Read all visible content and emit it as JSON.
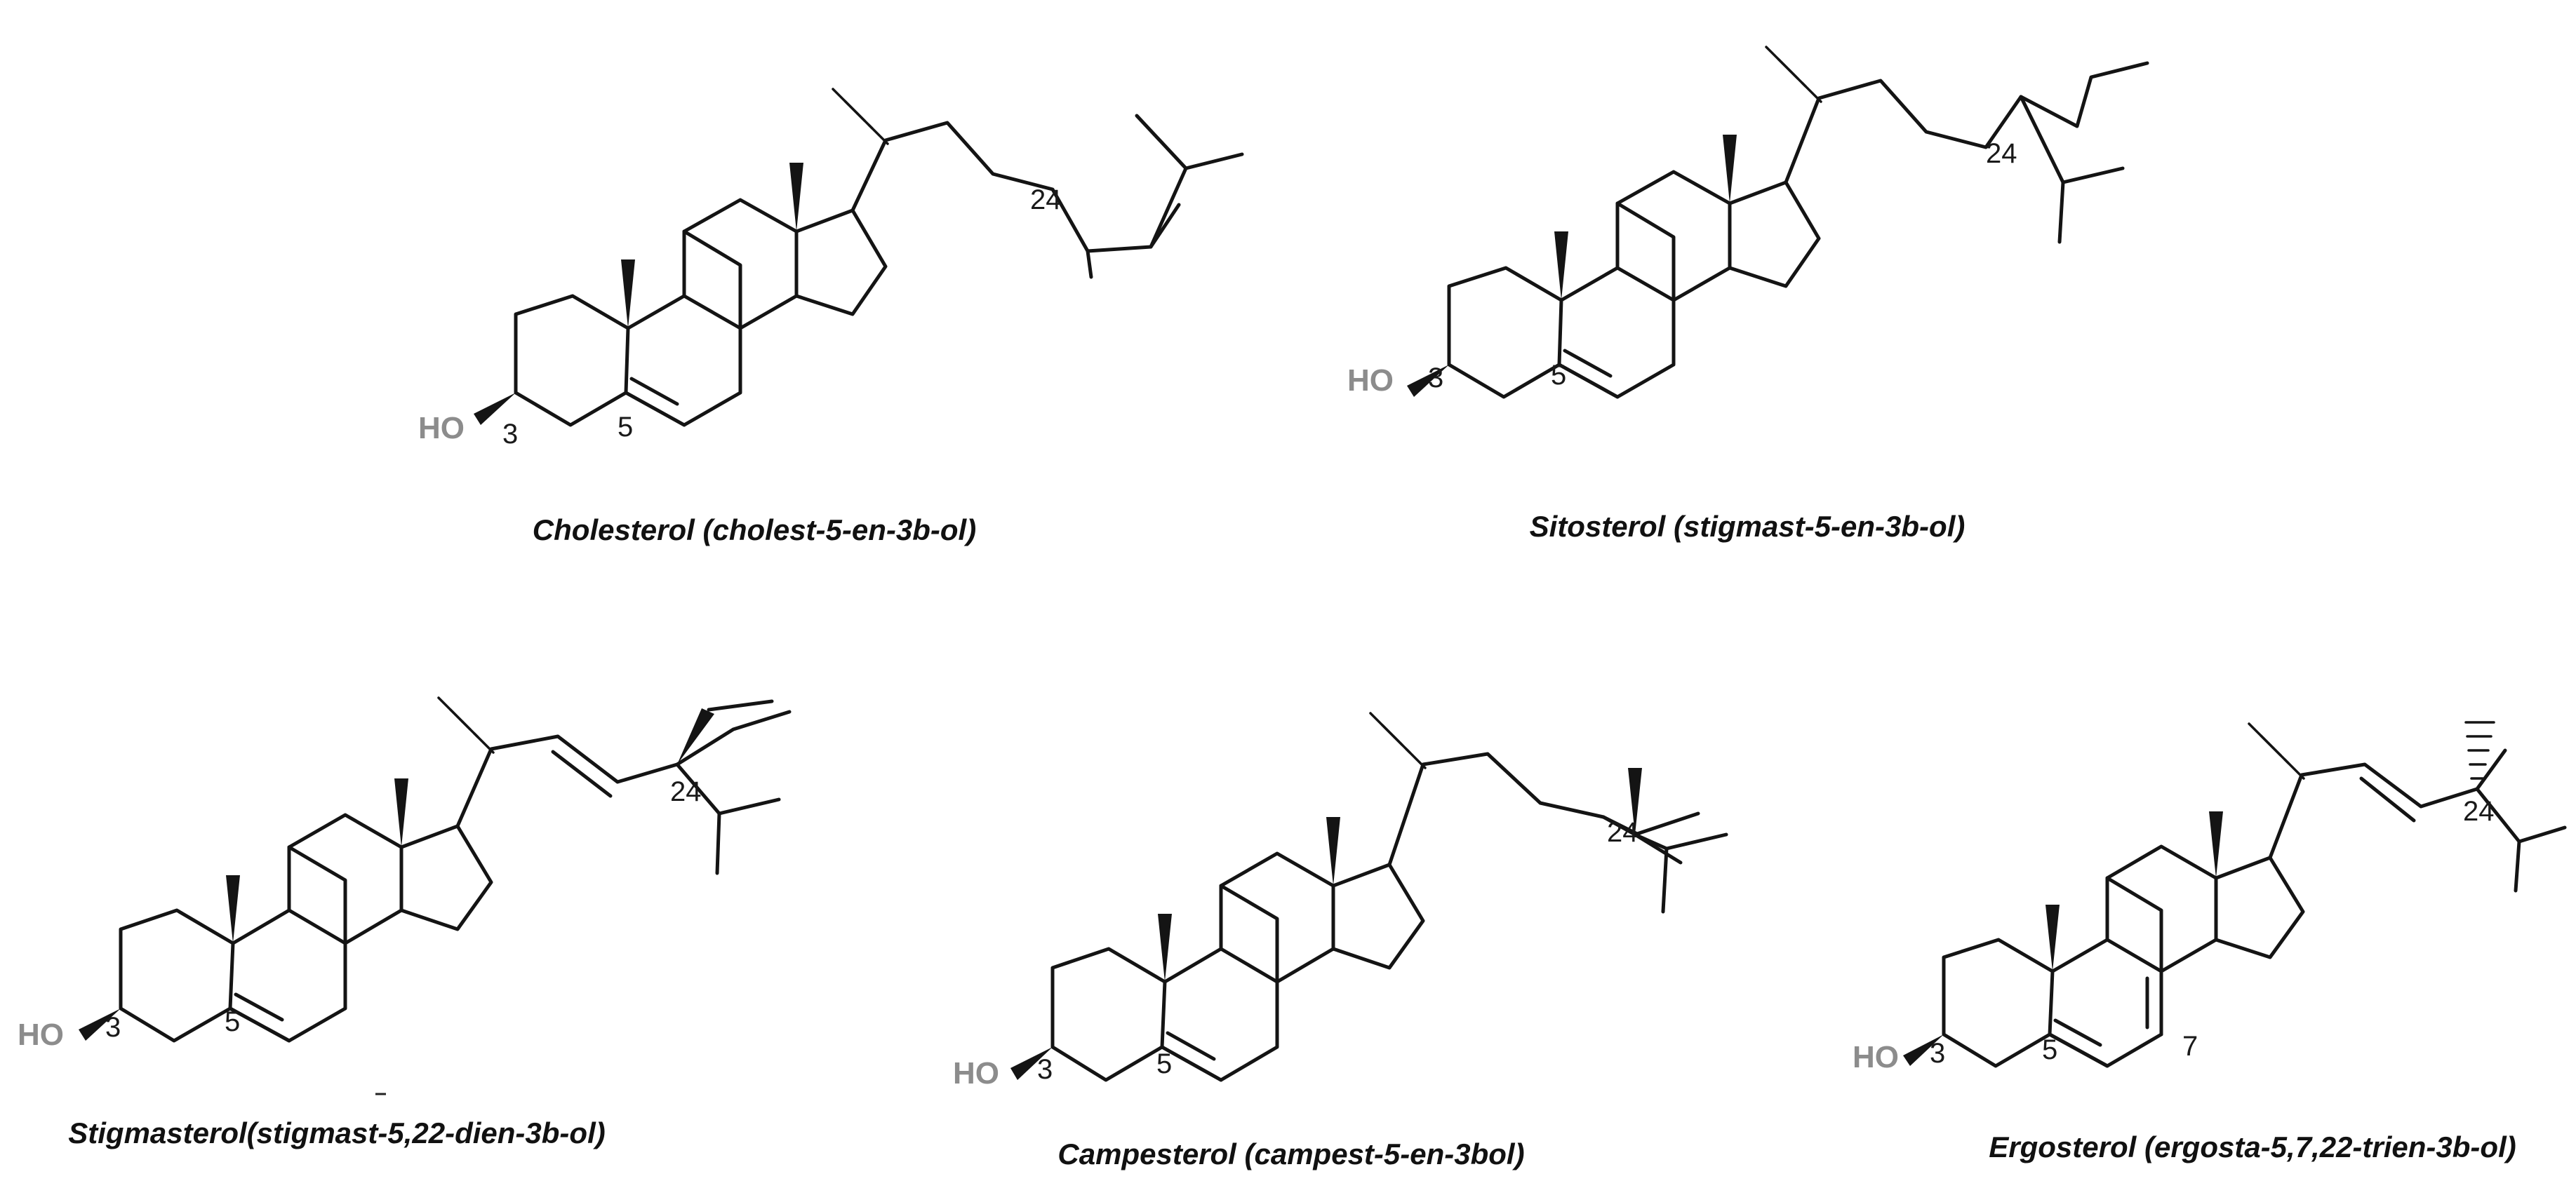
{
  "colors": {
    "bond": "#141414",
    "hydroxyl_label": "#8c8c8c",
    "background": "#ffffff"
  },
  "molecules": [
    {
      "id": "cholesterol",
      "caption": "Cholesterol (cholest-5-en-3b-ol)",
      "hydroxyl": "HO",
      "locants": [
        "3",
        "5",
        "24"
      ]
    },
    {
      "id": "sitosterol",
      "caption": "Sitosterol (stigmast-5-en-3b-ol)",
      "hydroxyl": "HO",
      "locants": [
        "3",
        "5",
        "24"
      ]
    },
    {
      "id": "stigmasterol",
      "caption": "Stigmasterol(stigmast-5,22-dien-3b-ol)",
      "hydroxyl": "HO",
      "locants": [
        "3",
        "5",
        "24"
      ]
    },
    {
      "id": "campesterol",
      "caption": "Campesterol (campest-5-en-3bol)",
      "hydroxyl": "HO",
      "locants": [
        "3",
        "5",
        "24"
      ]
    },
    {
      "id": "ergosterol",
      "caption": "Ergosterol (ergosta-5,7,22-trien-3b-ol)",
      "hydroxyl": "HO",
      "locants": [
        "3",
        "5",
        "7",
        "24"
      ]
    }
  ]
}
